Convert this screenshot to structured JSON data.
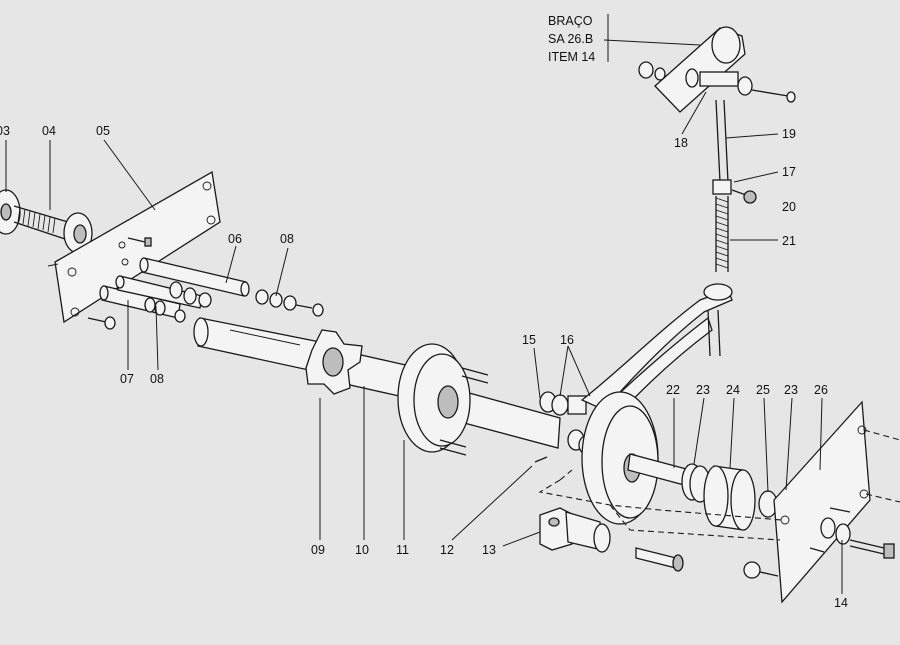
{
  "note": {
    "line1": "BRAÇO",
    "line2": "SA 26.B",
    "line3": "ITEM 14"
  },
  "labels": {
    "l03": "03",
    "l04": "04",
    "l05": "05",
    "l06": "06",
    "l08a": "08",
    "l07": "07",
    "l08b": "08",
    "l09": "09",
    "l10": "10",
    "l11": "11",
    "l12": "12",
    "l13": "13",
    "l14": "14",
    "l15": "15",
    "l16": "16",
    "l17": "17",
    "l18": "18",
    "l19": "19",
    "l20": "20",
    "l21": "21",
    "l22": "22",
    "l23a": "23",
    "l24": "24",
    "l25": "25",
    "l23b": "23",
    "l26": "26"
  }
}
